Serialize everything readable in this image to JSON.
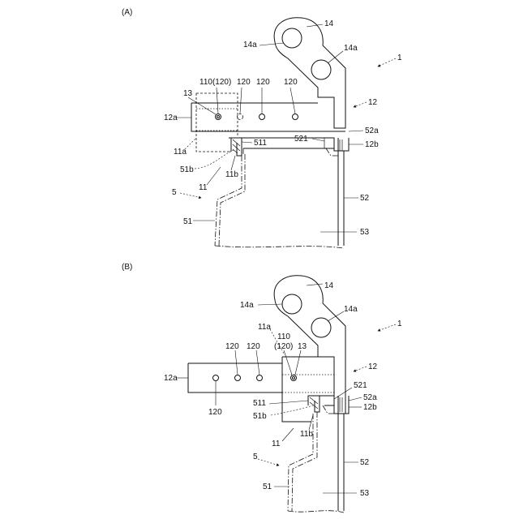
{
  "panels": [
    {
      "id": "A",
      "label": "(A)",
      "refs": {
        "r14": "14",
        "r14a_left": "14a",
        "r14a_right": "14a",
        "r1": "1",
        "r110": "110(120)",
        "r120_a": "120",
        "r120_b": "120",
        "r120_c": "120",
        "r13": "13",
        "r12": "12",
        "r12a": "12a",
        "r521": "521",
        "r52a": "52a",
        "r511": "511",
        "r12b": "12b",
        "r11a": "11a",
        "r51b": "51b",
        "r11b": "11b",
        "r11": "11",
        "r5": "5",
        "r52": "52",
        "r51": "51",
        "r53": "53"
      }
    },
    {
      "id": "B",
      "label": "(B)",
      "refs": {
        "r14": "14",
        "r14a_left": "14a",
        "r14a_right": "14a",
        "r1": "1",
        "r11a": "11a",
        "r110_top": "110",
        "r110_bottom": "(120)",
        "r13": "13",
        "r120_a": "120",
        "r120_b": "120",
        "r12": "12",
        "r12a": "12a",
        "r521": "521",
        "r120_c": "120",
        "r52a": "52a",
        "r511": "511",
        "r12b": "12b",
        "r51b": "51b",
        "r11b": "11b",
        "r11": "11",
        "r5": "5",
        "r52": "52",
        "r51": "51",
        "r53": "53"
      }
    }
  ]
}
